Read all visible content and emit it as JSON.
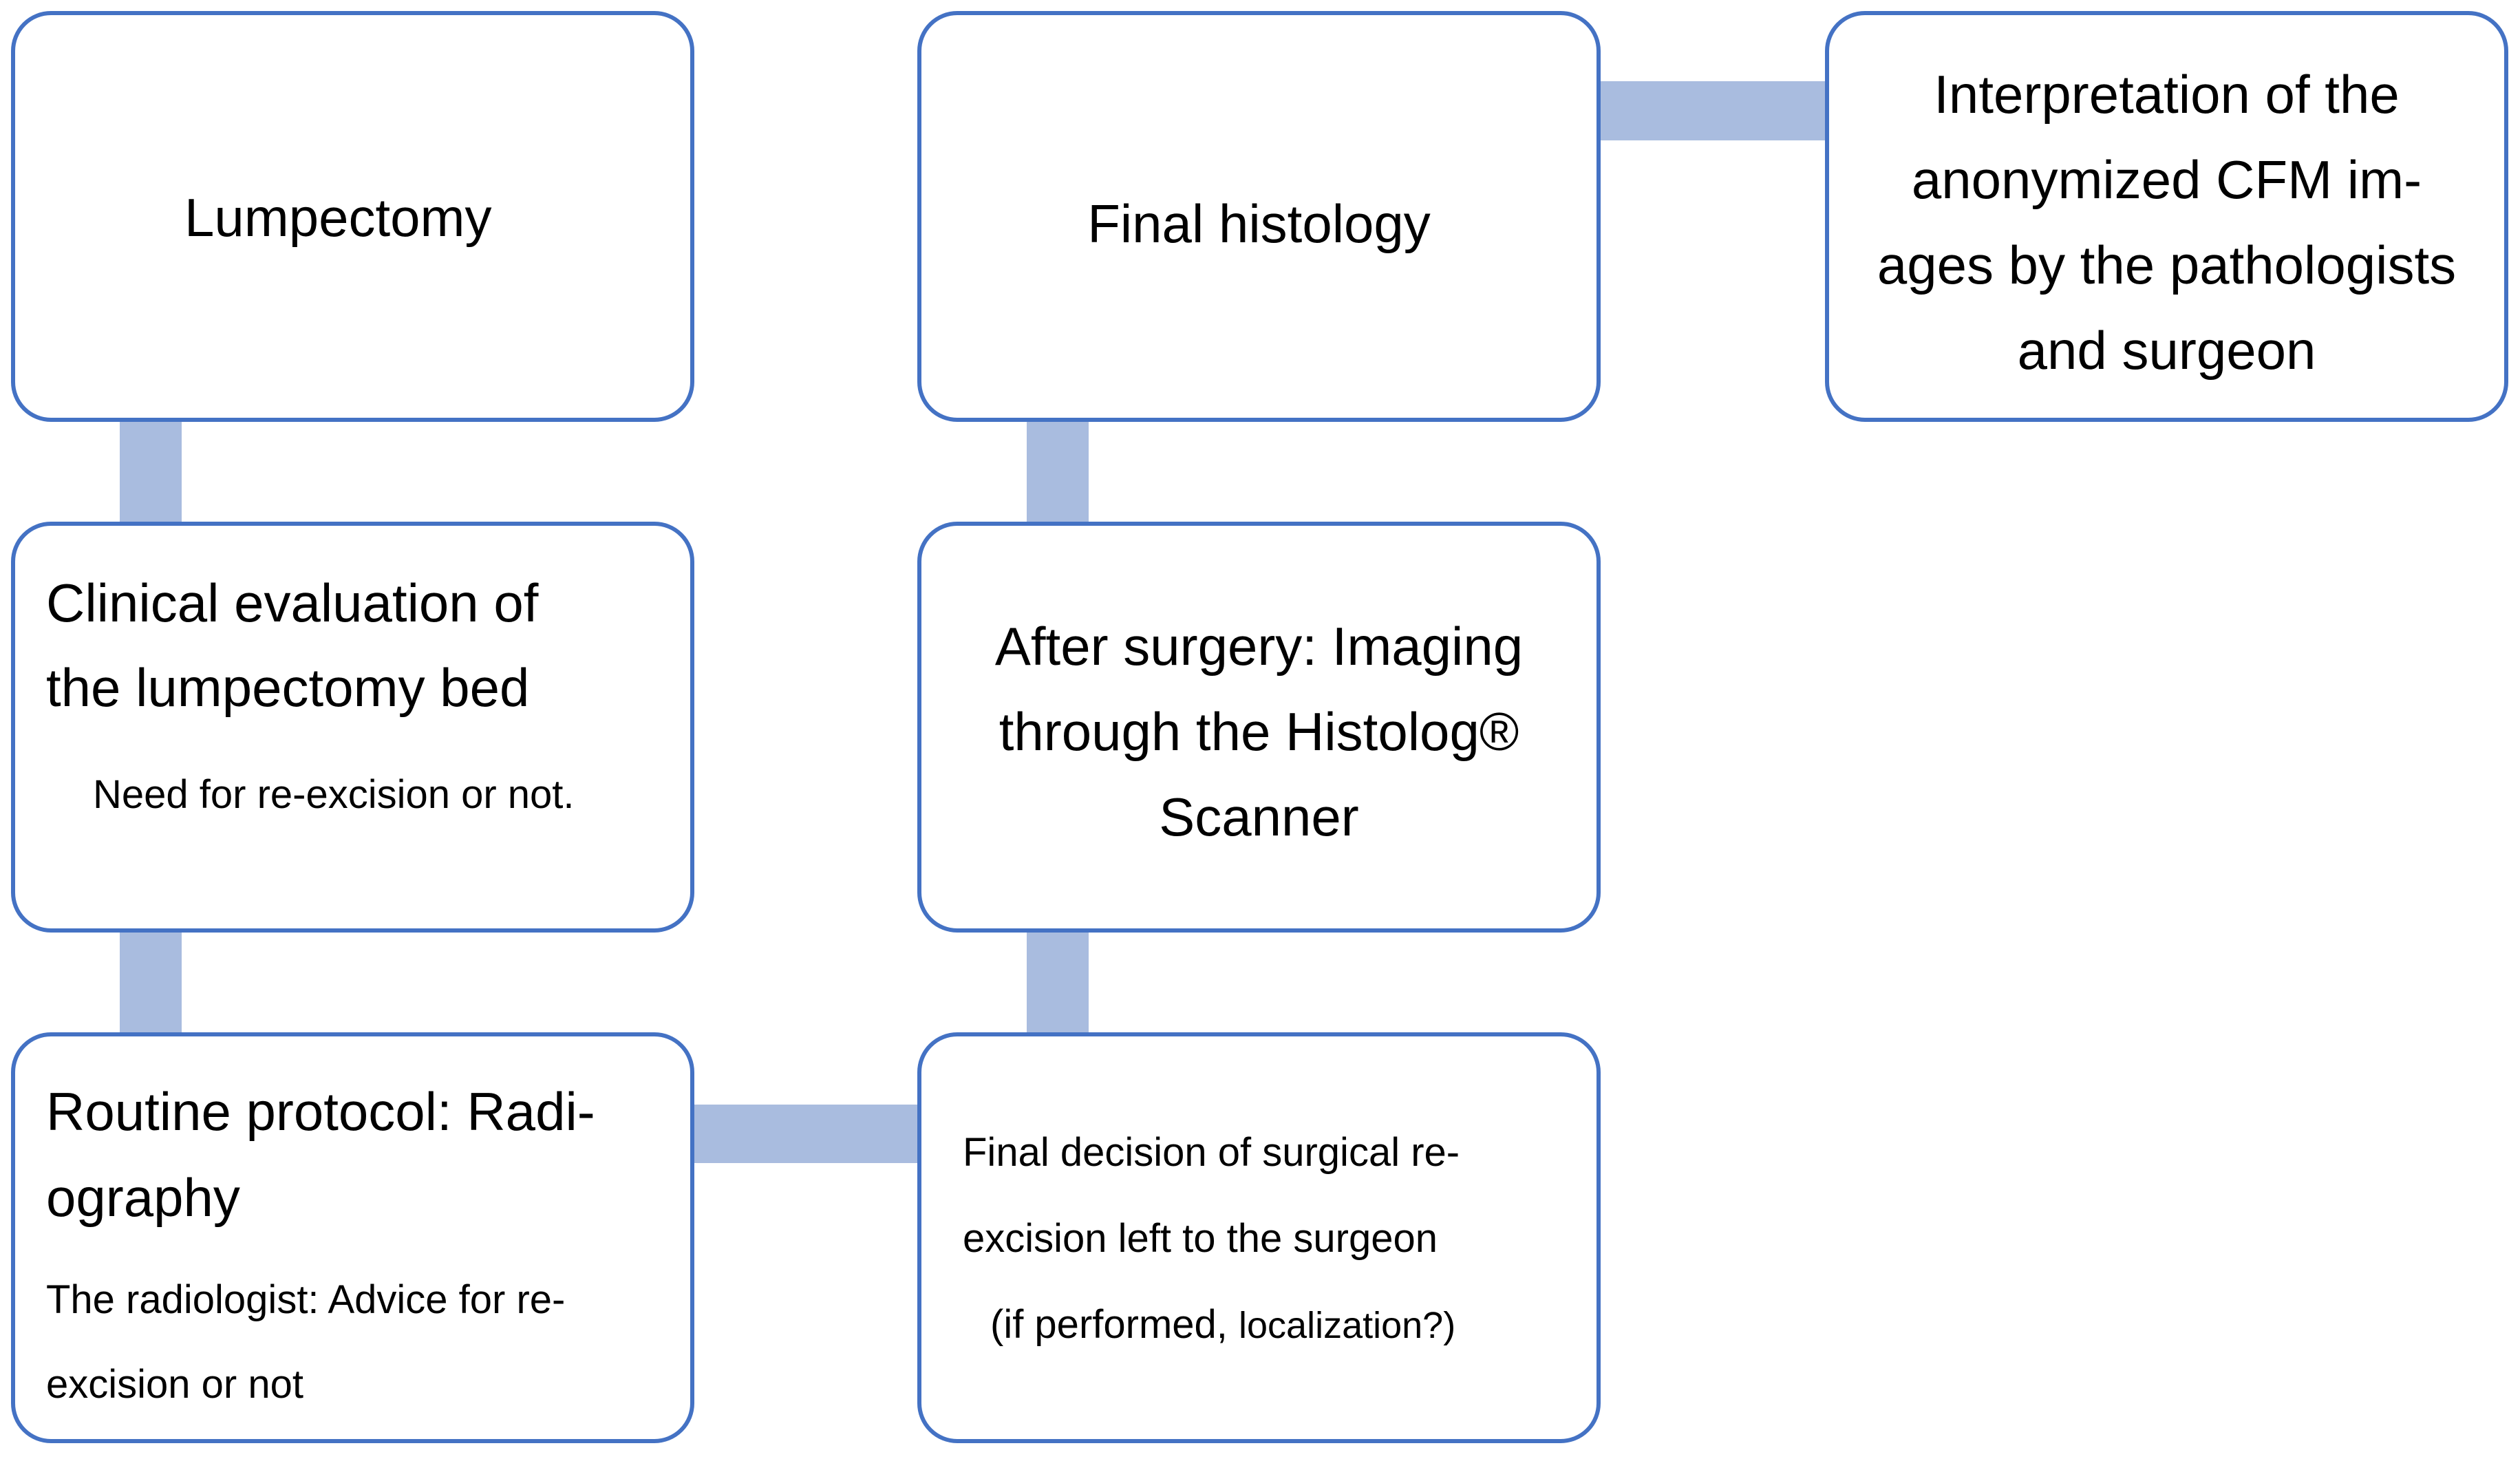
{
  "colors": {
    "box_border": "#4472c4",
    "connector": "#a9bcdf",
    "background": "#ffffff",
    "text": "#000000"
  },
  "nodes": {
    "lumpectomy": {
      "title": "Lumpectomy"
    },
    "clinical_evaluation": {
      "title_line1": "Clinical evaluation of",
      "title_line2": "the lumpectomy bed",
      "note": "Need for re-excision or not."
    },
    "routine_protocol": {
      "title_line1": "Routine protocol: Radi-",
      "title_line2": "ography",
      "note_line1": "The radiologist: Advice for re-",
      "note_line2": "excision or not"
    },
    "final_decision": {
      "line1": "Final decision of surgical re-",
      "line2": "excision left to the surgeon",
      "line3_main": "(if performed,",
      "line3_small": "localization?)"
    },
    "after_surgery": {
      "line1": "After surgery: Imaging",
      "line2": "through the Histolog®",
      "line3": "Scanner"
    },
    "final_histology": {
      "title": "Final histology"
    },
    "interpretation": {
      "line1": "Interpretation of the",
      "line2": "anonymized CFM im-",
      "line3": "ages by the pathologists",
      "line4": "and surgeon"
    }
  }
}
